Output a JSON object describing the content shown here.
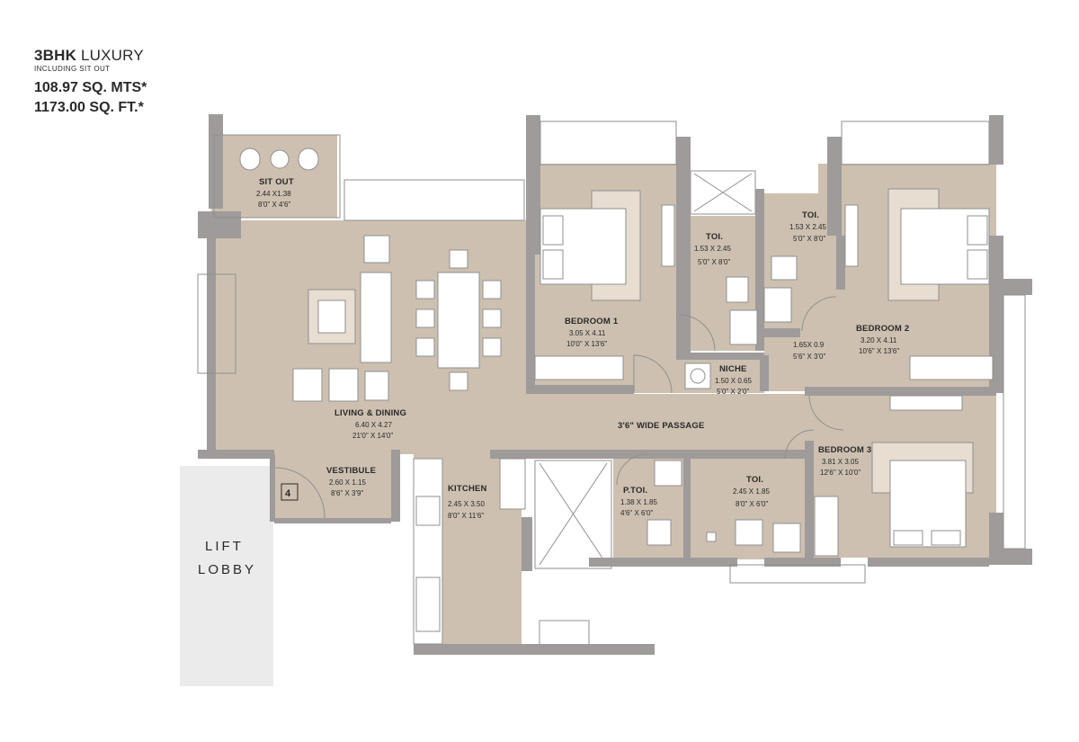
{
  "header": {
    "type_bold": "3BHK",
    "type_rest": " LUXURY",
    "subtitle": "INCLUDING SIT OUT",
    "area_sqm": "108.97 SQ. MTS*",
    "area_sqft": "1173.00 SQ. FT.*"
  },
  "rooms": {
    "sit_out": {
      "name": "SIT OUT",
      "metric": "2.44 X1.38",
      "imperial": "8'0\" X 4'6\""
    },
    "living": {
      "name": "LIVING & DINING",
      "metric": "6.40 X 4.27",
      "imperial": "21'0\" X 14'0\""
    },
    "bedroom1": {
      "name": "BEDROOM 1",
      "metric": "3.05 X 4.11",
      "imperial": "10'0\" X 13'6\""
    },
    "toi1": {
      "name": "TOI.",
      "metric": "1.53 X 2.45",
      "imperial": "5'0\" X 8'0\""
    },
    "toi2": {
      "name": "TOI.",
      "metric": "1.53 X 2.45",
      "imperial": "5'0\" X 8'0\""
    },
    "bedroom2": {
      "name": "BEDROOM 2",
      "metric": "3.20 X 4.11",
      "imperial": "10'6\" X 13'6\""
    },
    "lobby_small": {
      "metric": "1.65X 0.9",
      "imperial": "5'6\" X 3'0\""
    },
    "niche": {
      "name": "NICHE",
      "metric": "1.50 X 0.65",
      "imperial": "5'0\" X 2'0\""
    },
    "passage": {
      "name": "3'6\" WIDE PASSAGE"
    },
    "vestibule": {
      "name": "VESTIBULE",
      "metric": "2.60 X 1.15",
      "imperial": "8'6\" X 3'9\""
    },
    "kitchen": {
      "name": "KITCHEN",
      "metric": "2.45 X 3.50",
      "imperial": "8'0\" X 11'6\""
    },
    "ptoi": {
      "name": "P.TOI.",
      "metric": "1.38 X 1.85",
      "imperial": "4'6\" X 6'0\""
    },
    "toi3": {
      "name": "TOI.",
      "metric": "2.45 X 1.85",
      "imperial": "8'0\" X 6'0\""
    },
    "bedroom3": {
      "name": "BEDROOM 3",
      "metric": "3.81 X 3.05",
      "imperial": "12'6\" X 10'0\""
    }
  },
  "unit_number": "4",
  "lift_lobby": {
    "line1": "LIFT",
    "line2": "LOBBY"
  },
  "colors": {
    "floor": "#cdc0b0",
    "wall": "#9e9b9a",
    "furniture": "#ffffff",
    "rug": "#e7ddd0",
    "lobby": "#ebebeb",
    "outline": "#8f8f8f"
  }
}
